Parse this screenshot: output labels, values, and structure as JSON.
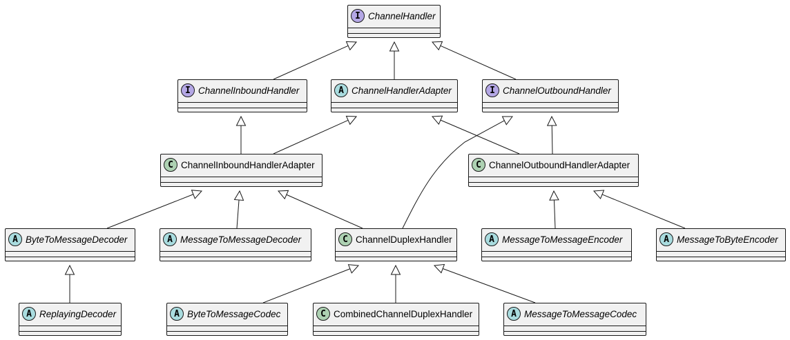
{
  "colors": {
    "interface": "#B4A7E5",
    "abstract": "#A9DCDF",
    "class": "#ADD1B2",
    "box_fill": "#F1F1F1",
    "line": "#181818"
  },
  "classes": {
    "channel_handler": {
      "name": "ChannelHandler",
      "kind": "I"
    },
    "channel_inbound_handler": {
      "name": "ChannelInboundHandler",
      "kind": "I"
    },
    "channel_handler_adapter": {
      "name": "ChannelHandlerAdapter",
      "kind": "A"
    },
    "channel_outbound_handler": {
      "name": "ChannelOutboundHandler",
      "kind": "I"
    },
    "channel_inbound_handler_adapter": {
      "name": "ChannelInboundHandlerAdapter",
      "kind": "C"
    },
    "channel_outbound_handler_adapter": {
      "name": "ChannelOutboundHandlerAdapter",
      "kind": "C"
    },
    "byte_to_message_decoder": {
      "name": "ByteToMessageDecoder",
      "kind": "A"
    },
    "message_to_message_decoder": {
      "name": "MessageToMessageDecoder",
      "kind": "A"
    },
    "channel_duplex_handler": {
      "name": "ChannelDuplexHandler",
      "kind": "C"
    },
    "message_to_message_encoder": {
      "name": "MessageToMessageEncoder",
      "kind": "A"
    },
    "message_to_byte_encoder": {
      "name": "MessageToByteEncoder",
      "kind": "A"
    },
    "replaying_decoder": {
      "name": "ReplayingDecoder",
      "kind": "A"
    },
    "byte_to_message_codec": {
      "name": "ByteToMessageCodec",
      "kind": "A"
    },
    "combined_channel_duplex_handler": {
      "name": "CombinedChannelDuplexHandler",
      "kind": "C"
    },
    "message_to_message_codec": {
      "name": "MessageToMessageCodec",
      "kind": "A"
    }
  },
  "relations": [
    {
      "from": "channel_inbound_handler",
      "to": "channel_handler"
    },
    {
      "from": "channel_handler_adapter",
      "to": "channel_handler"
    },
    {
      "from": "channel_outbound_handler",
      "to": "channel_handler"
    },
    {
      "from": "channel_inbound_handler_adapter",
      "to": "channel_inbound_handler"
    },
    {
      "from": "channel_inbound_handler_adapter",
      "to": "channel_handler_adapter"
    },
    {
      "from": "channel_outbound_handler_adapter",
      "to": "channel_handler_adapter"
    },
    {
      "from": "channel_outbound_handler_adapter",
      "to": "channel_outbound_handler"
    },
    {
      "from": "channel_duplex_handler",
      "to": "channel_outbound_handler"
    },
    {
      "from": "byte_to_message_decoder",
      "to": "channel_inbound_handler_adapter"
    },
    {
      "from": "message_to_message_decoder",
      "to": "channel_inbound_handler_adapter"
    },
    {
      "from": "channel_duplex_handler",
      "to": "channel_inbound_handler_adapter"
    },
    {
      "from": "message_to_message_encoder",
      "to": "channel_outbound_handler_adapter"
    },
    {
      "from": "message_to_byte_encoder",
      "to": "channel_outbound_handler_adapter"
    },
    {
      "from": "replaying_decoder",
      "to": "byte_to_message_decoder"
    },
    {
      "from": "byte_to_message_codec",
      "to": "channel_duplex_handler"
    },
    {
      "from": "combined_channel_duplex_handler",
      "to": "channel_duplex_handler"
    },
    {
      "from": "message_to_message_codec",
      "to": "channel_duplex_handler"
    }
  ]
}
